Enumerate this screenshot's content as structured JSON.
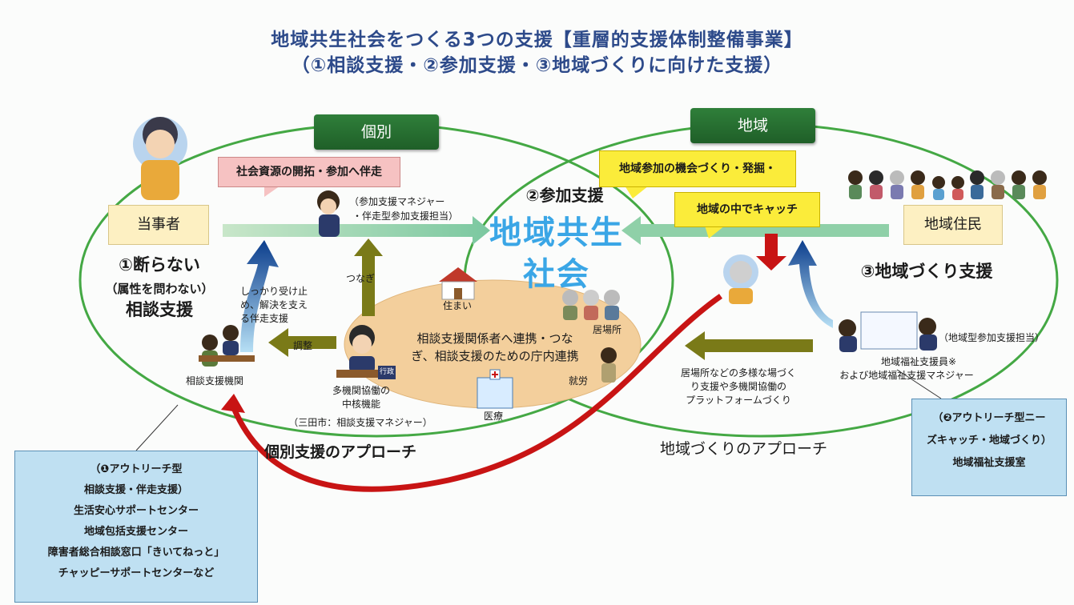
{
  "title": {
    "line1": "地域共生社会をつくる3つの支援【重層的支援体制整備事業】",
    "line2": "（①相談支援・②参加支援・③地域づくりに向けた支援）"
  },
  "headers": {
    "kobetsu": "個別",
    "chiiki": "地域"
  },
  "boxes": {
    "toujisha": "当事者",
    "chiiki_jumin": "地域住民",
    "shakai_shigen": "社会資源の開拓・参加へ伴走",
    "kikai": "地域参加の機会づくり・発掘・",
    "catch": "地域の中でキャッチ"
  },
  "center": {
    "sanka_shien": "②参加支援",
    "kyosei1": "地域共生",
    "kyosei2": "社会"
  },
  "left": {
    "l1": "①断らない",
    "l2": "（属性を問わない）",
    "l3": "相談支援",
    "shikkari": [
      "しっかり受け止",
      "め、解決を支え",
      "る伴走支援"
    ],
    "chousei": "調整",
    "soudan_kikan": "相談支援機関"
  },
  "manager": {
    "line1": "（参加支援マネジャー",
    "line2": "・伴走型参加支援担当）"
  },
  "tsunagi": "つなぎ",
  "oval": {
    "text1": "相談支援関係者へ連携・つな",
    "text2": "ぎ、相談支援のための庁内連携",
    "sumai": "住まい",
    "ibasho": "居場所",
    "shuro": "就労",
    "iryo": "医療"
  },
  "core": {
    "line1": "多機関協働の",
    "line2": "中核機能",
    "line3": "（三田市：相談支援マネジャー）",
    "desk": "行政"
  },
  "right": {
    "r3": "③地域づくり支援",
    "tantou": "（地域型参加支援担当）",
    "shienin1": "地域福祉支援員※",
    "shienin2": "および地域福祉支援マネジャー",
    "ibasho": [
      "居場所などの多様な場づく",
      "り支援や多機関協働の",
      "プラットフォームづくり"
    ]
  },
  "approaches": {
    "kobetsu": "個別支援のアプローチ",
    "chiiki": "地域づくりのアプローチ"
  },
  "box1": [
    "（❶アウトリーチ型",
    "相談支援・伴走支援）",
    "生活安心サポートセンター",
    "地域包括支援センター",
    "障害者総合相談窓口「きいてねっと」",
    "チャッピーサポートセンターなど"
  ],
  "box2": [
    "（❷アウトリーチ型ニー",
    "ズキャッチ・地域づくり）",
    "地域福祉支援室"
  ],
  "colors": {
    "title": "#2d4a8a",
    "green": "#2f7f3a",
    "ellipse": "#44a844",
    "center_blue": "#3aa6e6",
    "olive_arrow": "#7a7a18",
    "red_arrow": "#c81414",
    "oval": "#f3cf9c"
  }
}
